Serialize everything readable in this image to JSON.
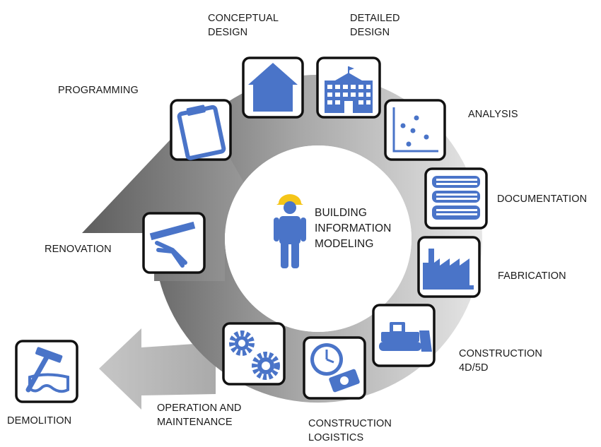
{
  "center": {
    "label": "BUILDING\nINFORMATION\nMODELING",
    "icon": "worker-hardhat-icon"
  },
  "stages": [
    {
      "id": "programming",
      "label": "PROGRAMMING",
      "icon": "clipboard-icon"
    },
    {
      "id": "conceptual-design",
      "label": "CONCEPTUAL\nDESIGN",
      "icon": "house-icon"
    },
    {
      "id": "detailed-design",
      "label": "DETAILED\nDESIGN",
      "icon": "building-icon"
    },
    {
      "id": "analysis",
      "label": "ANALYSIS",
      "icon": "scatter-plot-icon"
    },
    {
      "id": "documentation",
      "label": "DOCUMENTATION",
      "icon": "books-icon"
    },
    {
      "id": "fabrication",
      "label": "FABRICATION",
      "icon": "factory-icon"
    },
    {
      "id": "construction-4d-5d",
      "label": "CONSTRUCTION\n4D/5D",
      "icon": "bulldozer-icon"
    },
    {
      "id": "construction-logistics",
      "label": "CONSTRUCTION\nLOGISTICS",
      "icon": "clock-money-icon"
    },
    {
      "id": "operation-and-maintenance",
      "label": "OPERATION AND\nMAINTENANCE",
      "icon": "gears-icon"
    },
    {
      "id": "renovation",
      "label": "RENOVATION",
      "icon": "ruler-pliers-icon"
    },
    {
      "id": "demolition",
      "label": "DEMOLITION",
      "icon": "hammer-goggles-icon"
    }
  ],
  "colors": {
    "icon": "#4a74c8",
    "worker_hat": "#f5c518",
    "box_border": "#111111",
    "ring_dark": "#6e6e6e",
    "ring_light": "#e4e4e4"
  }
}
